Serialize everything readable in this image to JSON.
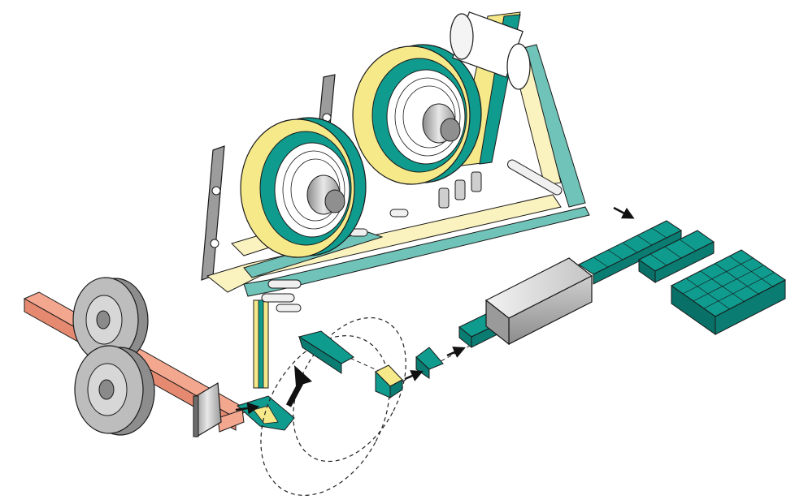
{
  "colors": {
    "background": "#ffffff",
    "yellow_tape": "#f6e98a",
    "yellow_pale": "#faf2bf",
    "teal_tape": "#0f9b8e",
    "teal_pale": "#6fc3b8",
    "copper_bar": "#f4a78f",
    "steel_light": "#e4e4e4",
    "steel_mid": "#b5b5b5",
    "steel_dark": "#7a7a7a",
    "outline": "#1a1a1a"
  },
  "icons": [
    "forming-rollers",
    "copper-bar",
    "shear-cutter",
    "tape-reel-left",
    "tape-reel-right",
    "tensioning-frame",
    "folded-segment",
    "curing-oven",
    "product-stack",
    "process-arrow"
  ]
}
